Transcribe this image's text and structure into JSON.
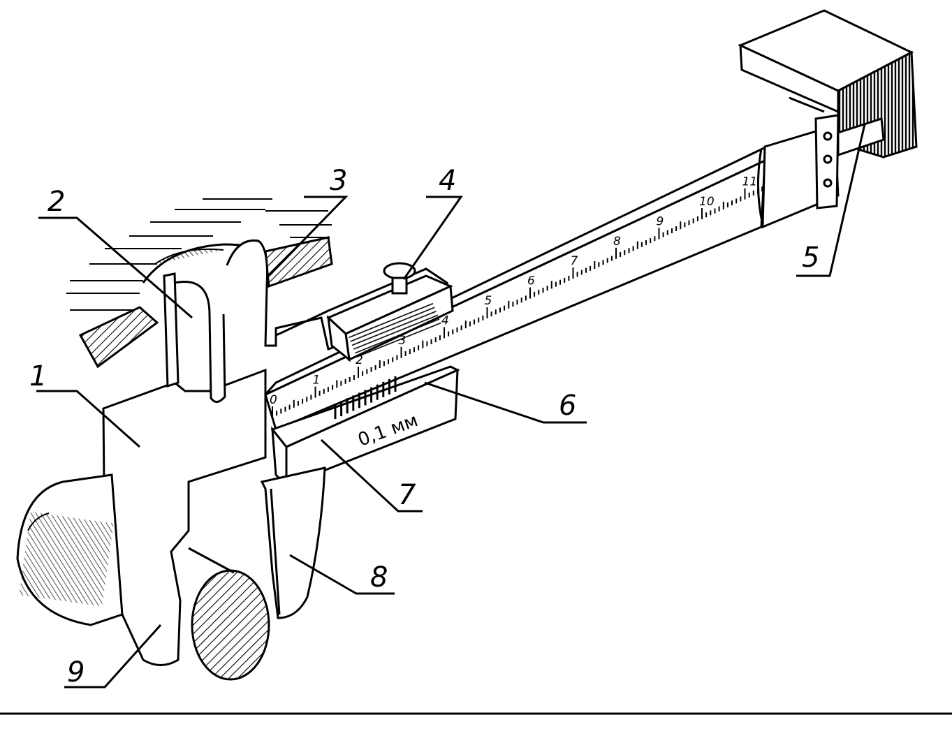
{
  "diagram": {
    "callouts": [
      {
        "id": "1",
        "label": "1"
      },
      {
        "id": "2",
        "label": "2"
      },
      {
        "id": "3",
        "label": "3"
      },
      {
        "id": "4",
        "label": "4"
      },
      {
        "id": "5",
        "label": "5"
      },
      {
        "id": "6",
        "label": "6"
      },
      {
        "id": "7",
        "label": "7"
      },
      {
        "id": "8",
        "label": "8"
      },
      {
        "id": "9",
        "label": "9"
      }
    ],
    "main_scale_numbers": [
      "0",
      "1",
      "2",
      "3",
      "4",
      "5",
      "6",
      "7",
      "8",
      "9",
      "10",
      "11"
    ],
    "vernier_label": "0,1 мм"
  }
}
